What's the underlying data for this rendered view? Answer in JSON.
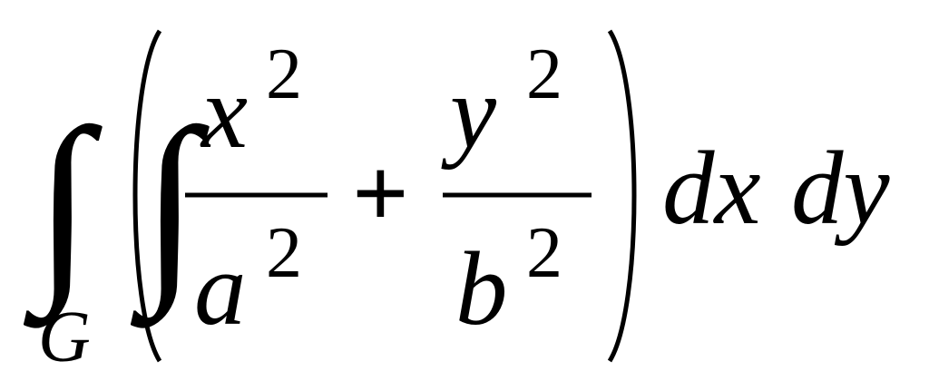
{
  "formula": {
    "integral_glyph": "∫",
    "region_subscript": "G",
    "inner_integral_glyph": "∫",
    "paren_left": "(",
    "paren_right": ")",
    "term1": {
      "numerator_var": "x",
      "numerator_exp": "2",
      "denominator_var": "a",
      "denominator_exp": "2"
    },
    "operator": "+",
    "term2": {
      "numerator_var": "y",
      "numerator_exp": "2",
      "denominator_var": "b",
      "denominator_exp": "2"
    },
    "differential_1": "dx",
    "differential_2": "dy"
  }
}
